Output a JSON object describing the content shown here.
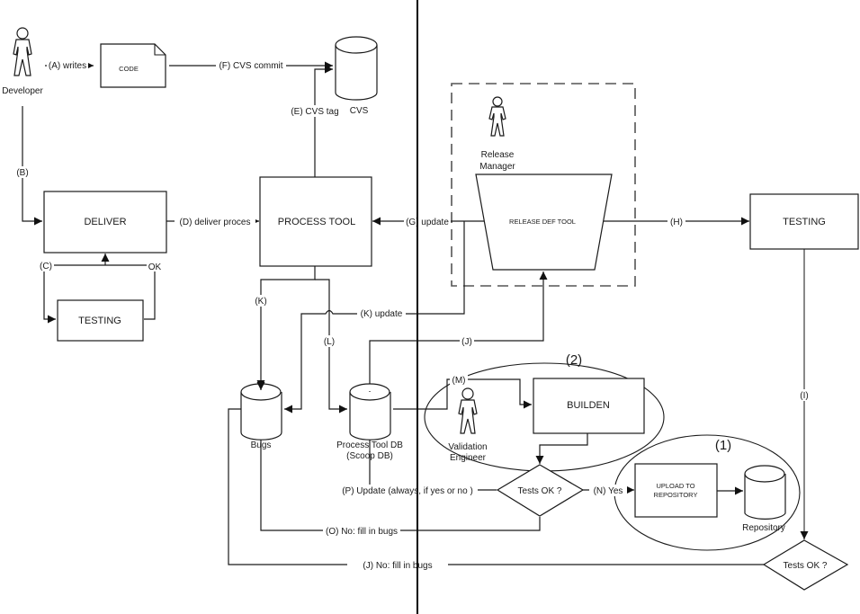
{
  "diagram": {
    "actors": {
      "developer": "Developer",
      "release_manager_line1": "Release",
      "release_manager_line2": "Manager",
      "validation_engineer_line1": "Validation",
      "validation_engineer_line2": "Engineer"
    },
    "nodes": {
      "code": "CODE",
      "cvs": "CVS",
      "deliver": "DELIVER",
      "testing_left": "TESTING",
      "process_tool": "PROCESS TOOL",
      "release_def_tool": "RELEASE DEF TOOL",
      "testing_right": "TESTING",
      "bugs": "Bugs",
      "process_tool_db_line1": "Process Tool DB",
      "process_tool_db_line2": "(Scoop DB)",
      "builden": "BUILDEN",
      "tests_ok_mid": "Tests OK ?",
      "upload_line1": "UPLOAD TO",
      "upload_line2": "REPOSITORY",
      "repository": "Repository",
      "tests_ok_bottom": "Tests OK ?"
    },
    "groups": {
      "group2": "(2)",
      "group1": "(1)"
    },
    "edges": {
      "a": "(A) writes",
      "b": "(B)",
      "c": "(C)",
      "ok": "OK",
      "d": "(D) deliver proces",
      "e": "(E) CVS tag",
      "f": "(F) CVS commit",
      "g": "(G) update",
      "h": "(H)",
      "i": "(I)",
      "j_top": "(J)",
      "k_left": "(K)",
      "k_update": "(K) update",
      "l": "(L)",
      "m": "(M)",
      "n": "(N) Yes",
      "o": "(O) No: fill in bugs",
      "p": "(P) Update (always, if yes or no )",
      "j_bottom": "(J) No: fill in bugs"
    }
  }
}
